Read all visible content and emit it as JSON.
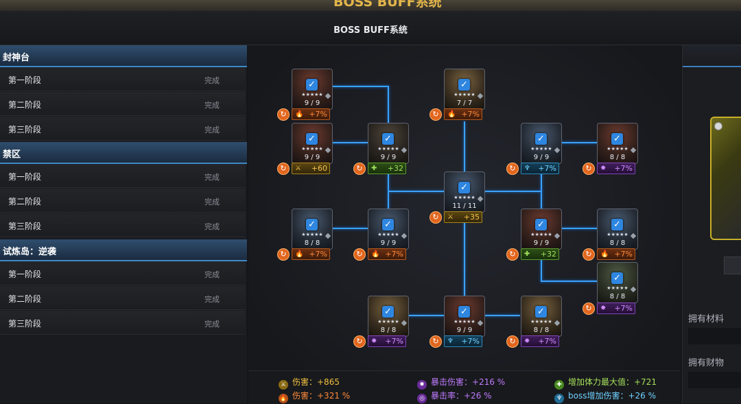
{
  "header": {
    "top_title": "BOSS BUFF系统",
    "title": "BOSS BUFF系统"
  },
  "sidebar": {
    "categories": [
      {
        "name": "封神台",
        "stages": [
          {
            "label": "第一阶段",
            "status": "完成"
          },
          {
            "label": "第二阶段",
            "status": "完成"
          },
          {
            "label": "第三阶段",
            "status": "完成"
          }
        ]
      },
      {
        "name": "禁区",
        "stages": [
          {
            "label": "第一阶段",
            "status": "完成"
          },
          {
            "label": "第二阶段",
            "status": "完成"
          },
          {
            "label": "第三阶段",
            "status": "完成"
          }
        ]
      },
      {
        "name": "试炼岛：逆袭",
        "stages": [
          {
            "label": "第一阶段",
            "status": "完成"
          },
          {
            "label": "第二阶段",
            "status": "完成"
          },
          {
            "label": "第三阶段",
            "status": "完成"
          }
        ]
      }
    ]
  },
  "nodes": [
    {
      "count": "9 / 9",
      "bonus": "+7%",
      "stat": "damage-percent",
      "stars": "★★★★★"
    },
    {
      "count": "7 / 7",
      "bonus": "+7%",
      "stat": "damage-percent",
      "stars": "★★★★★"
    },
    {
      "count": "9 / 9",
      "bonus": "+60",
      "stat": "damage",
      "stars": "★★★★★"
    },
    {
      "count": "9 / 9",
      "bonus": "+32",
      "stat": "max-hp",
      "stars": "★★★★★"
    },
    {
      "count": "9 / 9",
      "bonus": "+7%",
      "stat": "boss-damage",
      "stars": "★★★★★"
    },
    {
      "count": "8 / 8",
      "bonus": "+7%",
      "stat": "crit-damage",
      "stars": "★★★★★"
    },
    {
      "count": "11 / 11",
      "bonus": "+35",
      "stat": "damage",
      "stars": "★★★★★"
    },
    {
      "count": "8 / 8",
      "bonus": "+7%",
      "stat": "damage-percent",
      "stars": "★★★★★"
    },
    {
      "count": "9 / 9",
      "bonus": "+7%",
      "stat": "damage-percent",
      "stars": "★★★★★"
    },
    {
      "count": "9 / 9",
      "bonus": "+32",
      "stat": "max-hp",
      "stars": "★★★★★"
    },
    {
      "count": "8 / 8",
      "bonus": "+7%",
      "stat": "damage-percent",
      "stars": "★★★★★"
    },
    {
      "count": "8 / 8",
      "bonus": "+7%",
      "stat": "crit-damage",
      "stars": "★★★★★"
    },
    {
      "count": "8 / 8",
      "bonus": "+7%",
      "stat": "crit-damage",
      "stars": "★★★★★"
    },
    {
      "count": "9 / 9",
      "bonus": "+7%",
      "stat": "boss-damage",
      "stars": "★★★★★"
    },
    {
      "count": "8 / 8",
      "bonus": "+7%",
      "stat": "crit-damage",
      "stars": "★★★★★"
    }
  ],
  "summary": [
    {
      "label": "伤害：+865",
      "icon": "sword-icon",
      "color": "#f0c040"
    },
    {
      "label": "暴击伤害：+216 %",
      "icon": "crit-damage-icon",
      "color": "#c07cff"
    },
    {
      "label": "增加体力最大值：+721",
      "icon": "hp-plus-icon",
      "color": "#a4e05a"
    },
    {
      "label": "伤害：+321 %",
      "icon": "flame-icon",
      "color": "#ff8a3a"
    },
    {
      "label": "暴击率：+26 %",
      "icon": "crit-rate-icon",
      "color": "#c07cff"
    },
    {
      "label": "boss增加伤害：+26 %",
      "icon": "boss-damage-icon",
      "color": "#6fd2ff"
    }
  ],
  "right_panel": {
    "materials_label": "拥有材料",
    "items_label": "拥有财物"
  },
  "colors": {
    "accent_blue": "#3aa3ff",
    "orange": "#ff8a3a",
    "gold": "#f0c040",
    "purple": "#c07cff",
    "green": "#a4e05a",
    "cyan": "#6fd2ff"
  }
}
